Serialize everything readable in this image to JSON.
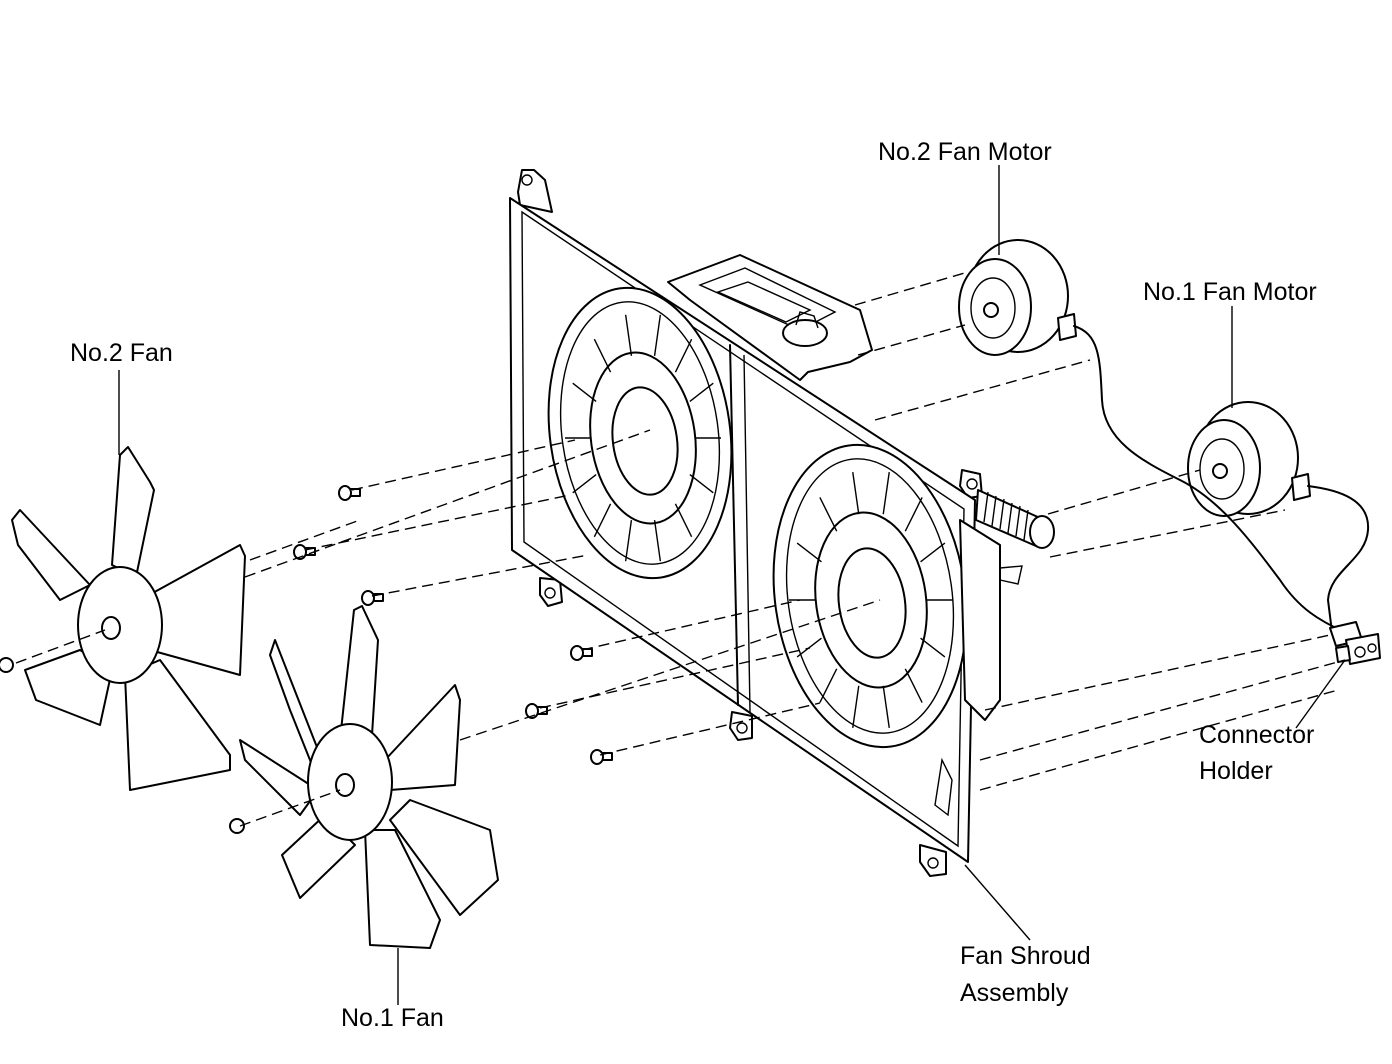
{
  "labels": {
    "no2_fan_motor": "No.2 Fan Motor",
    "no1_fan_motor": "No.1 Fan Motor",
    "no2_fan": "No.2 Fan",
    "no1_fan": "No.1 Fan",
    "connector_holder_line1": "Connector",
    "connector_holder_line2": "Holder",
    "fan_shroud_line1": "Fan Shroud",
    "fan_shroud_line2": "Assembly"
  },
  "colors": {
    "ink": "#000000",
    "paper": "#ffffff"
  }
}
